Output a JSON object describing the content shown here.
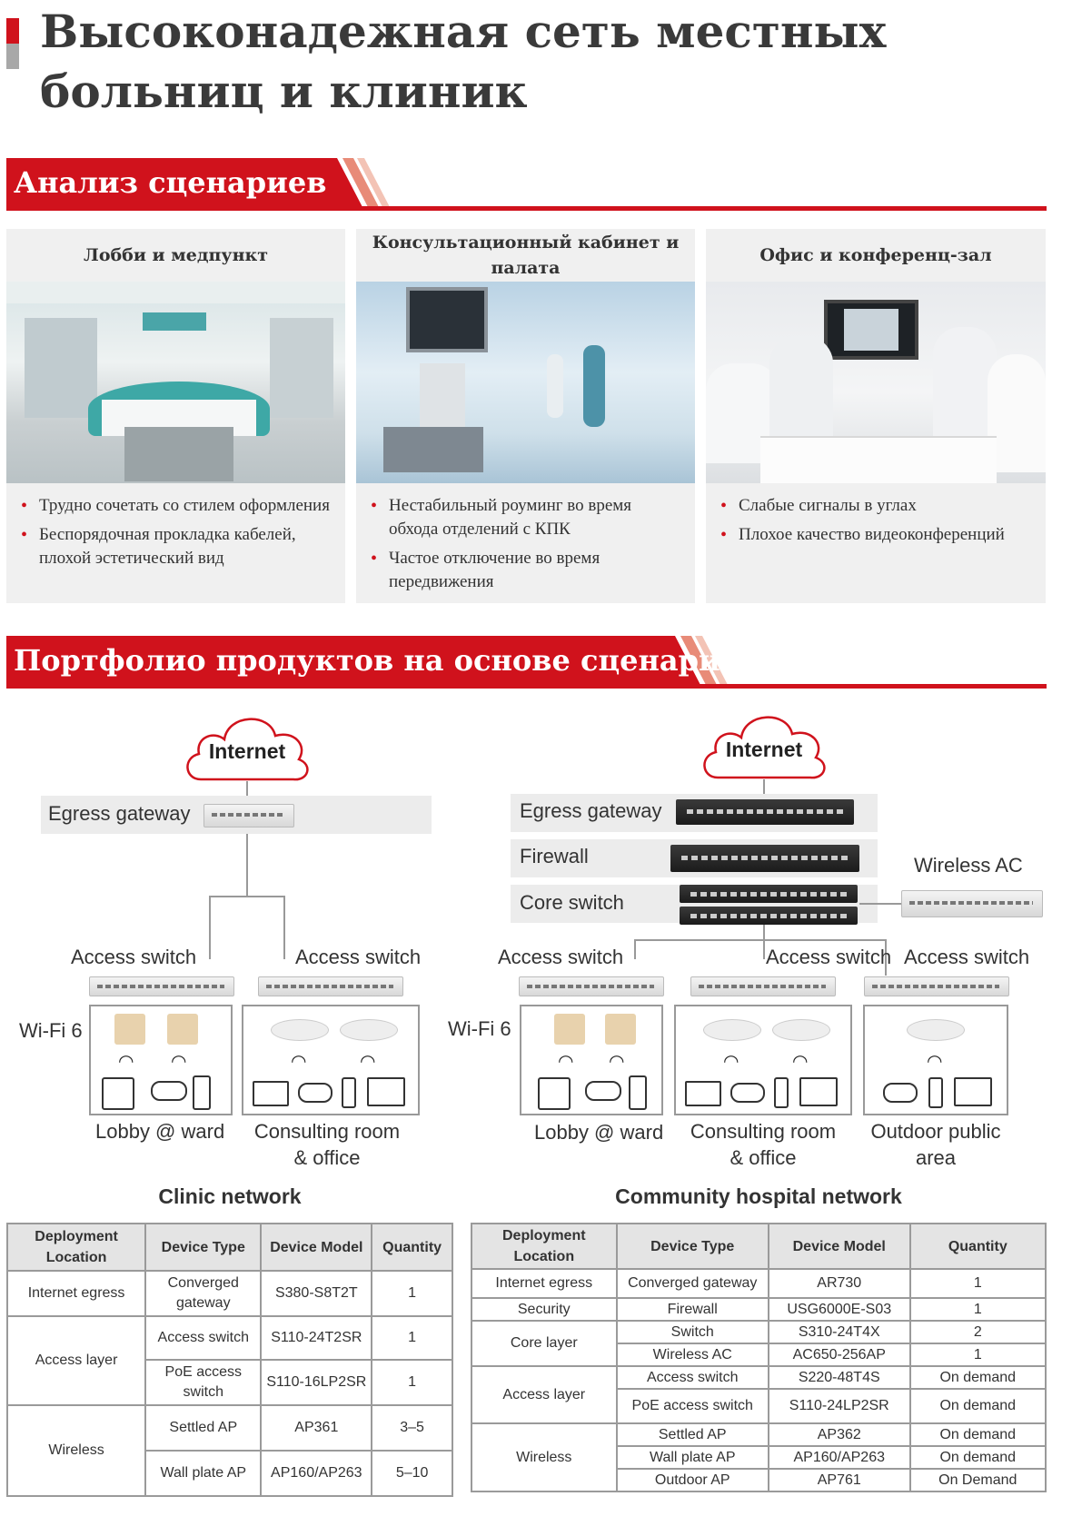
{
  "page_title": "Высоконадежная сеть местных больниц и клиник",
  "sections": {
    "analysis": "Анализ сценариев",
    "portfolio": "Портфолио продуктов на основе сценариев"
  },
  "scenarios": [
    {
      "title": "Лобби и медпункт",
      "bullets": [
        "Трудно сочетать со стилем оформления",
        "Беспорядочная прокладка кабелей, плохой эстетический вид"
      ]
    },
    {
      "title": "Консультационный кабинет и палата",
      "bullets": [
        "Нестабильный роуминг во время обхода отделений с КПК",
        "Частое отключение во время передвижения"
      ]
    },
    {
      "title": "Офис и конференц-зал",
      "bullets": [
        "Слабые сигналы в углах",
        "Плохое качество видеоконференций"
      ]
    }
  ],
  "diagram": {
    "internet": "Internet",
    "egress_gateway": "Egress gateway",
    "firewall": "Firewall",
    "core_switch": "Core switch",
    "wireless_ac": "Wireless AC",
    "access_switch": "Access switch",
    "wifi6": "Wi-Fi 6",
    "lobby_ward": "Lobby @ ward",
    "consulting_1": "Consulting room",
    "consulting_2": "& office",
    "outdoor_1": "Outdoor public",
    "outdoor_2": "area",
    "clinic_title": "Clinic network",
    "hospital_title": "Community hospital network"
  },
  "tables": {
    "headers": [
      "Deployment Location",
      "Device Type",
      "Device Model",
      "Quantity"
    ],
    "clinic": {
      "loc_egress": "Internet egress",
      "loc_access": "Access layer",
      "loc_wireless": "Wireless",
      "rows": [
        [
          "Converged gateway",
          "S380-S8T2T",
          "1"
        ],
        [
          "Access switch",
          "S110-24T2SR",
          "1"
        ],
        [
          "PoE access switch",
          "S110-16LP2SR",
          "1"
        ],
        [
          "Settled AP",
          "AP361",
          "3–5"
        ],
        [
          "Wall plate AP",
          "AP160/AP263",
          "5–10"
        ]
      ]
    },
    "hospital": {
      "loc_egress": "Internet egress",
      "loc_security": "Security",
      "loc_core": "Core layer",
      "loc_access": "Access layer",
      "loc_wireless": "Wireless",
      "rows": [
        [
          "Converged gateway",
          "AR730",
          "1"
        ],
        [
          "Firewall",
          "USG6000E-S03",
          "1"
        ],
        [
          "Switch",
          "S310-24T4X",
          "2"
        ],
        [
          "Wireless AC",
          "AC650-256AP",
          "1"
        ],
        [
          "Access switch",
          "S220-48T4S",
          "On demand"
        ],
        [
          "PoE access switch",
          "S110-24LP2SR",
          "On demand"
        ],
        [
          "Settled AP",
          "AP362",
          "On demand"
        ],
        [
          "Wall plate AP",
          "AP160/AP263",
          "On demand"
        ],
        [
          "Outdoor AP",
          "AP761",
          "On Demand"
        ]
      ]
    }
  },
  "colors": {
    "accent": "#d0121c",
    "card_bg": "#f0f0f0"
  }
}
